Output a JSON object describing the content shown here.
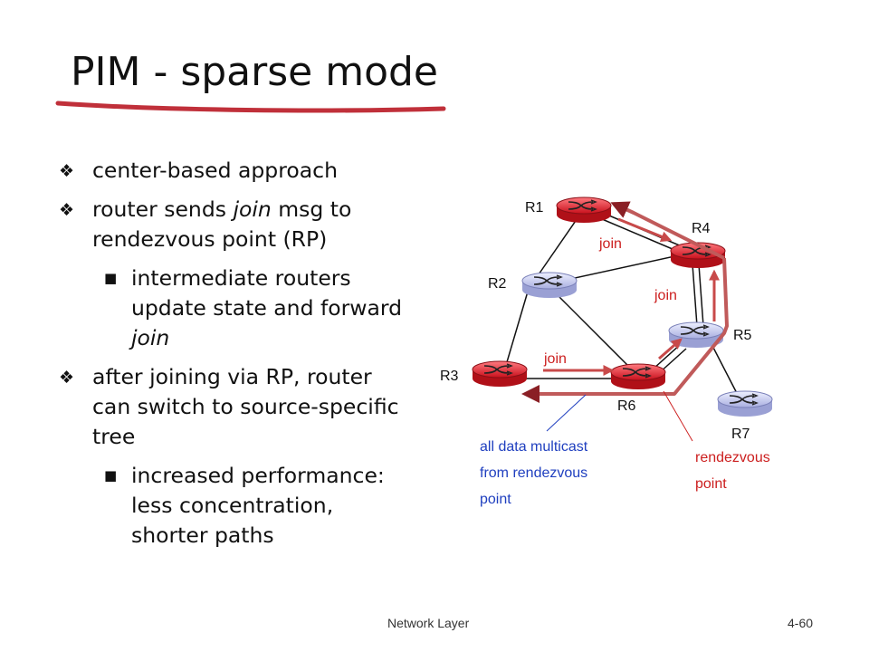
{
  "slide": {
    "title": "PIM - sparse mode",
    "bullets": {
      "b1": "center-based approach",
      "b2_pre": "router sends ",
      "b2_em": "join",
      "b2_post": " msg to rendezvous point (RP)",
      "b2_sub_pre": "intermediate routers update state and forward ",
      "b2_sub_em": "join",
      "b3": "after joining via RP, router can switch to source-specific tree",
      "b3_sub": "increased performance: less concentration, shorter paths"
    },
    "footer_left": "Network Layer",
    "footer_right": "4-60"
  },
  "diagram": {
    "routers": {
      "r1": "R1",
      "r2": "R2",
      "r3": "R3",
      "r4": "R4",
      "r5": "R5",
      "r6": "R6",
      "r7": "R7"
    },
    "join_labels": [
      "join",
      "join",
      "join"
    ],
    "annotation_data": "all data multicast from rendezvous point",
    "annotation_rp": "rendezvous point",
    "colors": {
      "router_red": "#e8303a",
      "router_blue": "#c8cdf0",
      "arrow_red": "#c84a4a",
      "label_blue": "#1f3fbf",
      "label_red": "#cc1f1f",
      "link": "#111111"
    }
  }
}
